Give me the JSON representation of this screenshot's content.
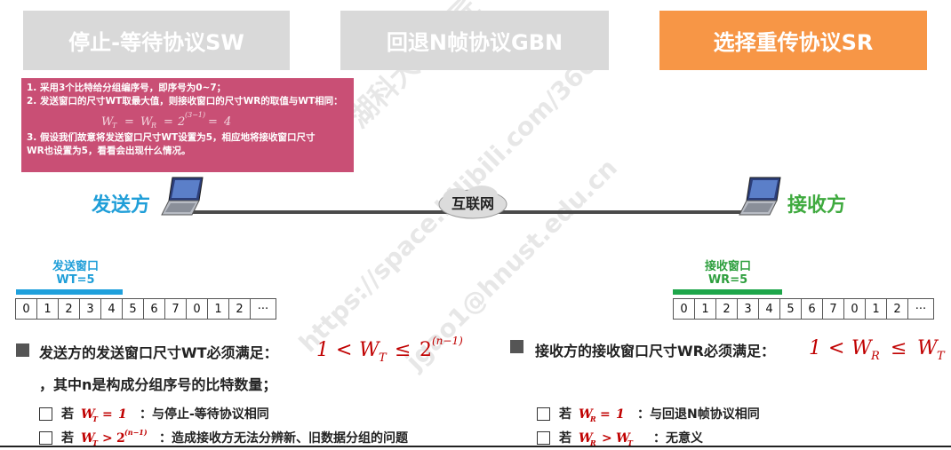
{
  "tabs": [
    {
      "label": "停止-等待协议SW",
      "active": false
    },
    {
      "label": "回退N帧协议GBN",
      "active": false
    },
    {
      "label": "选择重传协议SR",
      "active": true
    }
  ],
  "info": {
    "line1": "1. 采用3个比特给分组编序号，即序号为0~7；",
    "line2": "2. 发送窗口的尺寸WT取最大值，则接收窗口的尺寸WR的取值与WT相同：",
    "formula": "W_T = W_R = 2^(3-1) = 4",
    "line3a": "3. 假设我们故意将发送窗口尺寸WT设置为5，相应地将接收窗口尺寸",
    "line3b": "WR也设置为5，看看会出现什么情况。"
  },
  "network": {
    "sender": "发送方",
    "receiver": "接收方",
    "internet": "互联网"
  },
  "send_window": {
    "title": "发送窗口",
    "size_label": "WT=5",
    "sequence": [
      "0",
      "1",
      "2",
      "3",
      "4",
      "5",
      "6",
      "7",
      "0",
      "1",
      "2",
      "···"
    ]
  },
  "recv_window": {
    "title": "接收窗口",
    "size_label": "WR=5",
    "sequence": [
      "0",
      "1",
      "2",
      "3",
      "4",
      "5",
      "6",
      "7",
      "0",
      "1",
      "2",
      "···"
    ]
  },
  "sender_condition": {
    "text": "发送方的发送窗口尺寸WT必须满足：",
    "formula": "1 < W_T ≤ 2^(n-1)",
    "note": "，其中n是构成分组序号的比特数量；",
    "checks": [
      {
        "prefix": "若",
        "formula": "W_T = 1",
        "suffix": "：与停止-等待协议相同"
      },
      {
        "prefix": "若",
        "formula": "W_T > 2^(n-1)",
        "suffix": "：造成接收方无法分辨新、旧数据分组的问题"
      }
    ]
  },
  "receiver_condition": {
    "text": "接收方的接收窗口尺寸WR必须满足：",
    "formula": "1 < W_R ≤ W_T",
    "checks": [
      {
        "prefix": "若",
        "formula": "W_R = 1",
        "suffix": "：与回退N帧协议相同"
      },
      {
        "prefix": "若",
        "formula": "W_R > W_T",
        "suffix": "：无意义"
      }
    ]
  },
  "watermark": [
    "湖科大教书匠",
    "https://space.bilibili.com/360",
    "jgao1@hnust.edu.cn"
  ],
  "colors": {
    "active_tab": "#f79646",
    "inactive_tab": "#d9d9d9",
    "info_box": "#c94f75",
    "sender_blue": "#1f9ed8",
    "receiver_green": "#3faa3f",
    "formula_red": "#c00000"
  }
}
